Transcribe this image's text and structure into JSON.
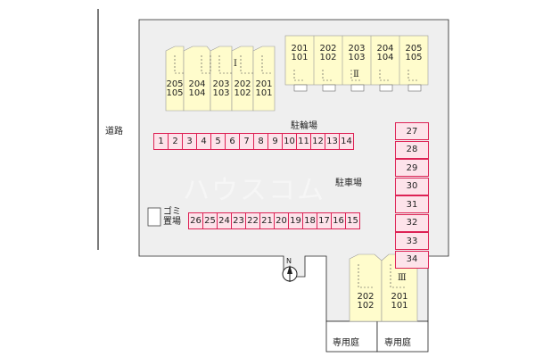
{
  "road_label": "道路",
  "bicycle_parking_label": "駐輪場",
  "car_parking_label": "駐車場",
  "garbage_label": "ゴミ\n置場",
  "private_garden_label": "専用庭",
  "north_label": "N",
  "watermark_text": "ハウスコム",
  "colors": {
    "lot": "#efefef",
    "building": "#fffccc",
    "parking_slot": "#fde3ea",
    "parking_border": "#dd2255",
    "line": "#222222"
  },
  "building_1": {
    "label": "Ⅰ",
    "units": [
      {
        "upper": "205",
        "lower": "105"
      },
      {
        "upper": "204",
        "lower": "104"
      },
      {
        "upper": "203",
        "lower": "103"
      },
      {
        "upper": "202",
        "lower": "102"
      },
      {
        "upper": "201",
        "lower": "101"
      }
    ]
  },
  "building_2": {
    "label": "Ⅱ",
    "units": [
      {
        "upper": "201",
        "lower": "101"
      },
      {
        "upper": "202",
        "lower": "102"
      },
      {
        "upper": "203",
        "lower": "103"
      },
      {
        "upper": "204",
        "lower": "104"
      },
      {
        "upper": "205",
        "lower": "105"
      }
    ]
  },
  "building_3": {
    "label": "Ⅲ",
    "units": [
      {
        "upper": "202",
        "lower": "102"
      },
      {
        "upper": "201",
        "lower": "101"
      }
    ]
  },
  "parking_top": [
    "1",
    "2",
    "3",
    "4",
    "5",
    "6",
    "7",
    "8",
    "9",
    "10",
    "11",
    "12",
    "13",
    "14"
  ],
  "parking_bottom": [
    "26",
    "25",
    "24",
    "23",
    "22",
    "21",
    "20",
    "19",
    "18",
    "17",
    "16",
    "15"
  ],
  "parking_right": [
    "27",
    "28",
    "29",
    "30",
    "31",
    "32",
    "33",
    "34"
  ]
}
